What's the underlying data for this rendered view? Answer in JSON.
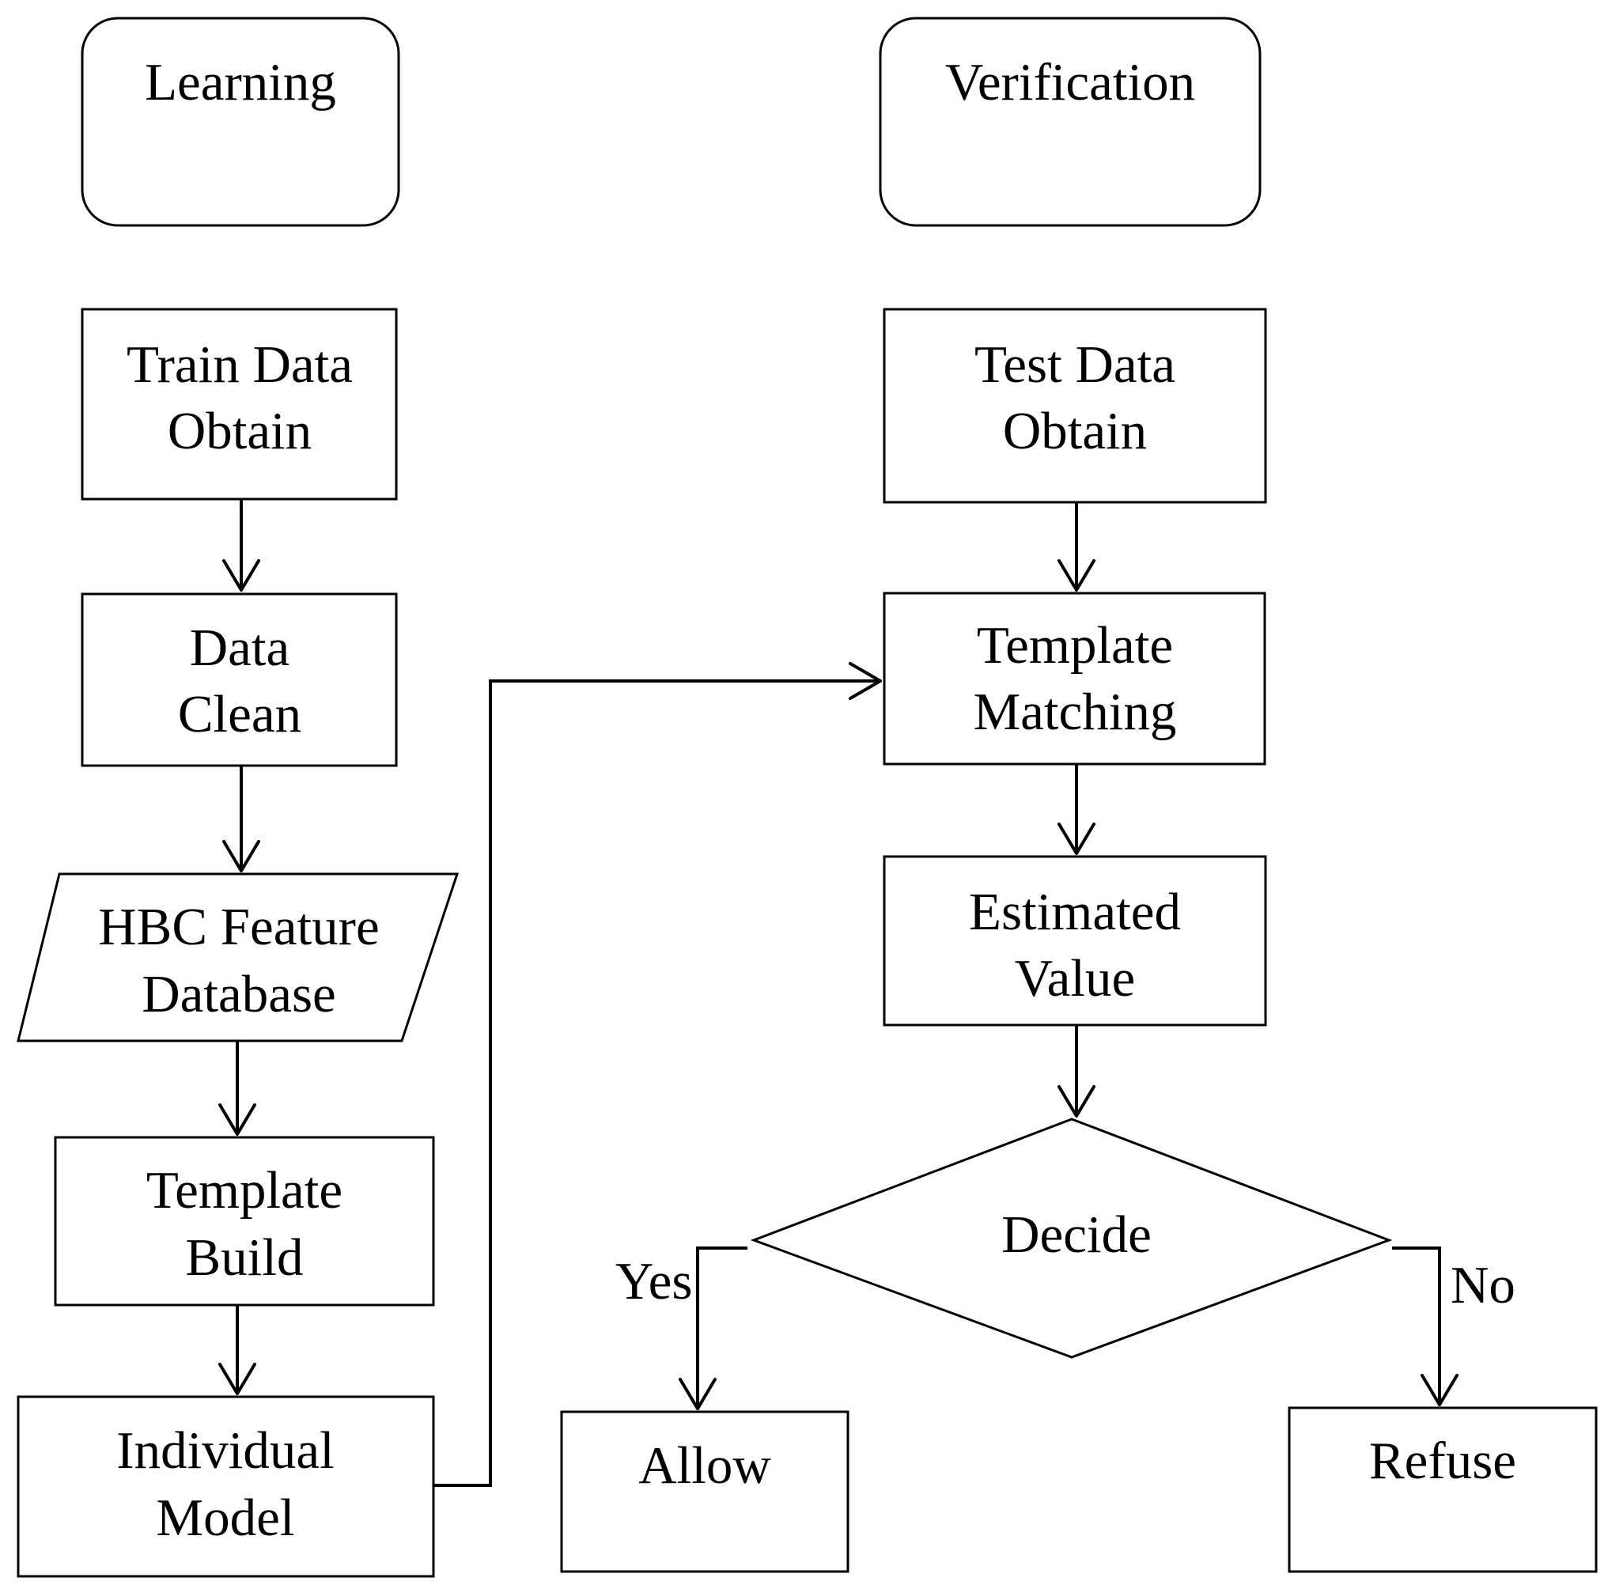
{
  "headers": {
    "learning": "Learning",
    "verification": "Verification"
  },
  "learning": {
    "train_data_obtain": [
      "Train Data",
      "Obtain"
    ],
    "data_clean": [
      "Data",
      "Clean"
    ],
    "hbc_feature_database": [
      "HBC Feature",
      "Database"
    ],
    "template_build": [
      "Template",
      "Build"
    ],
    "individual_model": [
      "Individual",
      "Model"
    ]
  },
  "verification": {
    "test_data_obtain": [
      "Test Data",
      "Obtain"
    ],
    "template_matching": [
      "Template",
      "Matching"
    ],
    "estimated_value": [
      "Estimated",
      "Value"
    ],
    "decide": "Decide",
    "yes": "Yes",
    "no": "No",
    "allow": "Allow",
    "refuse": "Refuse"
  }
}
